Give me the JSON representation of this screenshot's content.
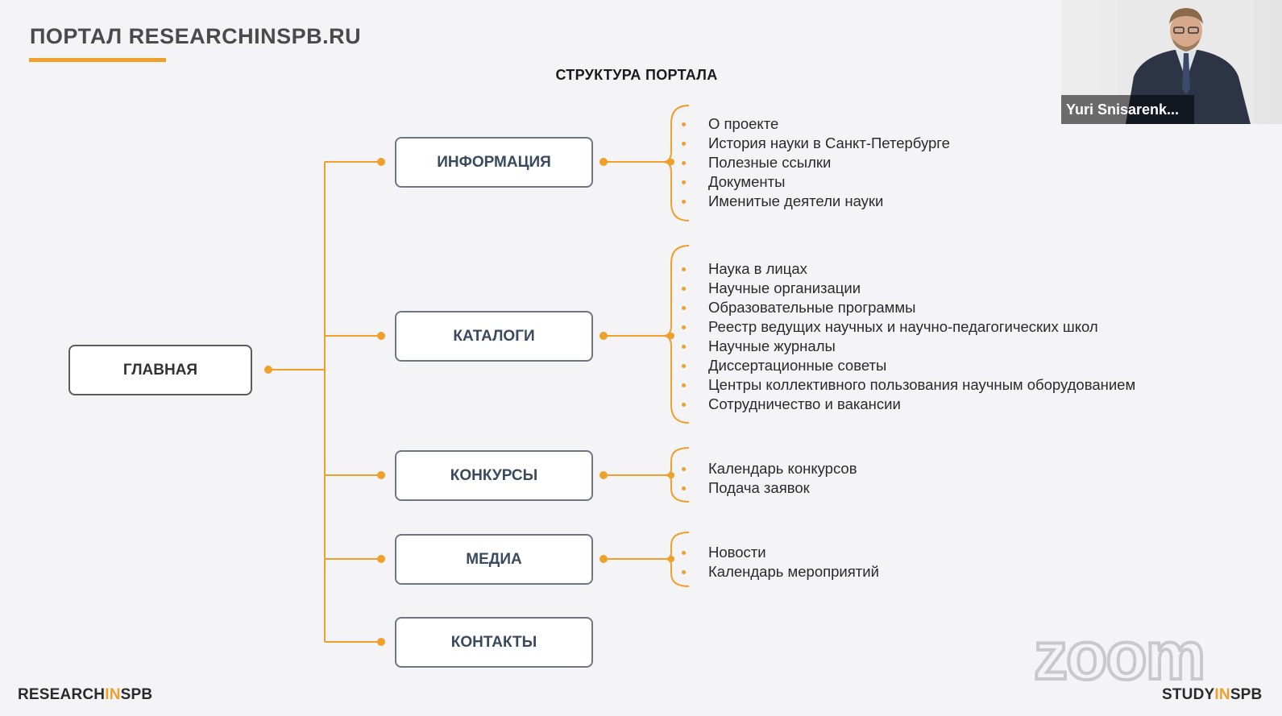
{
  "header": {
    "title": "ПОРТАЛ RESEARCHINSPB.RU",
    "subtitle": "СТРУКТУРА ПОРТАЛА"
  },
  "diagram": {
    "root": "ГЛАВНАЯ",
    "branches": [
      {
        "label": "ИНФОРМАЦИЯ",
        "items": [
          "О проекте",
          "История науки в Санкт-Петербурге",
          "Полезные ссылки",
          "Документы",
          "Именитые деятели науки"
        ]
      },
      {
        "label": "КАТАЛОГИ",
        "items": [
          "Наука в лицах",
          "Научные организации",
          "Образовательные программы",
          "Реестр ведущих научных и научно-педагогических школ",
          "Научные журналы",
          "Диссертационные советы",
          "Центры коллективного пользования научным оборудованием",
          "Сотрудничество и вакансии"
        ]
      },
      {
        "label": "КОНКУРСЫ",
        "items": [
          "Календарь конкурсов",
          "Подача заявок"
        ]
      },
      {
        "label": "МЕДИА",
        "items": [
          "Новости",
          "Календарь мероприятий"
        ]
      },
      {
        "label": "КОНТАКТЫ",
        "items": []
      }
    ],
    "accent_color": "#f0a02a"
  },
  "video_tile": {
    "participant_name": "Yuri Snisarenk..."
  },
  "footer": {
    "left_logo": {
      "part1": "RESEARCH",
      "part2": "IN",
      "part3": "SPB"
    },
    "right_logo": {
      "part1": "STUDY",
      "part2": "IN",
      "part3": "SPB"
    },
    "watermark": "zoom"
  }
}
